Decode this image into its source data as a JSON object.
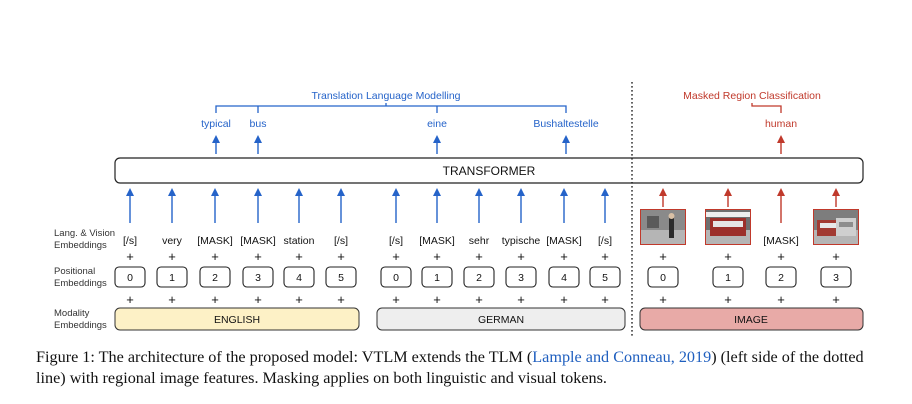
{
  "colors": {
    "blue": "#2563c9",
    "red": "#c0392b",
    "english_fill": "#fdf1c6",
    "german_fill": "#eeeeee",
    "image_fill": "#e8aaa7"
  },
  "row_labels": {
    "lang_vision": [
      "Lang. & Vision",
      "Embeddings"
    ],
    "positional": [
      "Positional",
      "Embeddings"
    ],
    "modality": [
      "Modality",
      "Embeddings"
    ]
  },
  "objectives": {
    "tlm": {
      "label": "Translation Language Modelling",
      "targets": [
        "typical",
        "bus",
        "eine",
        "Bushaltestelle"
      ]
    },
    "mrc": {
      "label": "Masked Region Classification",
      "targets": [
        "human"
      ]
    }
  },
  "transformer_label": "TRANSFORMER",
  "plus_sign": "+",
  "segments": {
    "english": {
      "label": "ENGLISH",
      "tokens": [
        "[/s]",
        "very",
        "[MASK]",
        "[MASK]",
        "station",
        "[/s]"
      ],
      "positions": [
        "0",
        "1",
        "2",
        "3",
        "4",
        "5"
      ]
    },
    "german": {
      "label": "GERMAN",
      "tokens": [
        "[/s]",
        "[MASK]",
        "sehr",
        "typische",
        "[MASK]",
        "[/s]"
      ],
      "positions": [
        "0",
        "1",
        "2",
        "3",
        "4",
        "5"
      ]
    },
    "image": {
      "label": "IMAGE",
      "tokens": [
        "image-region",
        "image-region",
        "[MASK]",
        "image-region"
      ],
      "positions": [
        "0",
        "1",
        "2",
        "3"
      ]
    }
  },
  "caption": {
    "before": "Figure 1: The architecture of the proposed model: VTLM extends the TLM (",
    "cite": "Lample and Conneau, 2019",
    "after": ") (left side of the dotted line) with regional image features. Masking applies on both linguistic and visual tokens."
  }
}
